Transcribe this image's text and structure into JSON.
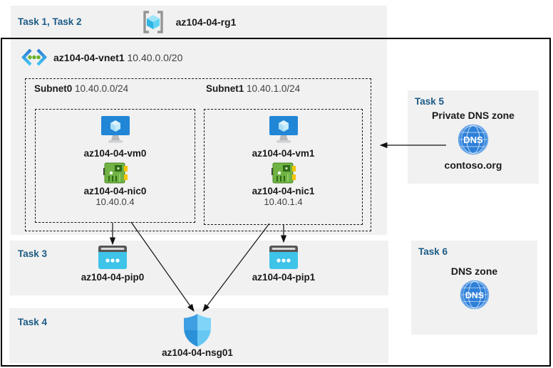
{
  "header": {
    "task_label": "Task 1, Task 2",
    "resource_group": "az104-04-rg1"
  },
  "vnet": {
    "name": "az104-04-vnet1",
    "cidr": "10.40.0.0/20",
    "subnets": [
      {
        "name": "Subnet0",
        "cidr": "10.40.0.0/24",
        "vm": "az104-04-vm0",
        "nic": "az104-04-nic0",
        "ip": "10.40.0.4"
      },
      {
        "name": "Subnet1",
        "cidr": "10.40.1.0/24",
        "vm": "az104-04-vm1",
        "nic": "az104-04-nic1",
        "ip": "10.40.1.4"
      }
    ]
  },
  "task3": {
    "label": "Task 3",
    "pips": [
      "az104-04-pip0",
      "az104-04-pip1"
    ]
  },
  "task4": {
    "label": "Task 4",
    "nsg": "az104-04-nsg01"
  },
  "task5": {
    "label": "Task 5",
    "title": "Private DNS zone",
    "zone": "contoso.org"
  },
  "task6": {
    "label": "Task 6",
    "title": "DNS zone"
  },
  "icons": {
    "dns_text": "DNS"
  },
  "colors": {
    "task_label_blue": "#1a5a86",
    "panel_gray": "#f1f1f1",
    "vm_blue": "#2286d7",
    "nic_green": "#71b244",
    "pip_cyan": "#3ec3e9",
    "dns_blue": "#2e80d9",
    "shield_blue_dark": "#2a91d8",
    "shield_blue_light": "#7fd4f8",
    "dim_text": "#404040"
  }
}
